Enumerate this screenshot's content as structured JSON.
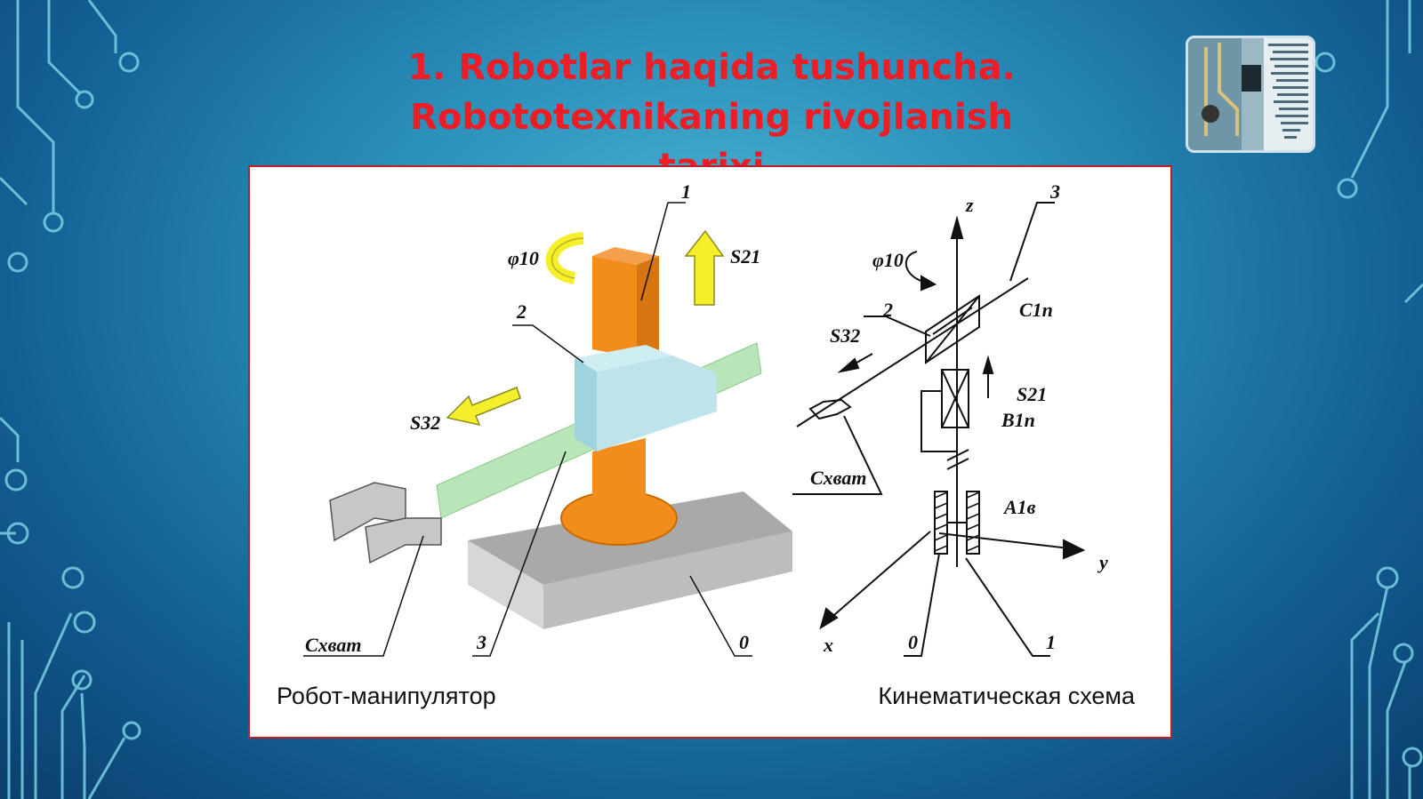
{
  "slide": {
    "title_line1": "1. Robotlar haqida tushuncha.",
    "title_line2": "Robototexnikaning rivojlanish",
    "title_line3": "tarixi"
  },
  "figure": {
    "caption_left": "Робот-манипулятор",
    "caption_right": "Кинематическая схема",
    "manipulator_labels": {
      "l1": "1",
      "l2": "2",
      "l3": "3",
      "l0": "0",
      "phi10": "φ10",
      "s21": "S21",
      "s32": "S32",
      "gripper": "Схват"
    },
    "scheme_labels": {
      "z": "z",
      "x": "x",
      "y": "y",
      "l3": "3",
      "l2": "2",
      "l0": "0",
      "l1": "1",
      "phi10": "φ10",
      "c1n": "C1п",
      "s32": "S32",
      "s21": "S21",
      "b1n": "B1п",
      "a1v": "A1в",
      "gripper": "Схват"
    }
  },
  "colors": {
    "title": "#ee1c25",
    "border": "#c21d27",
    "column": "#f28c1a",
    "arrow": "#f4ef2a",
    "carriage": "#bfe3ea",
    "arm": "#b8e6b8",
    "base": "#c8c8c8"
  }
}
